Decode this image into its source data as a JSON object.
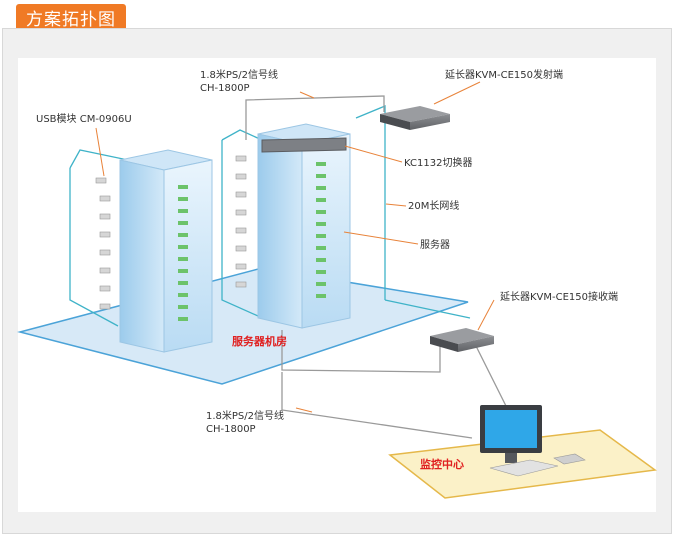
{
  "header": {
    "title": "方案拓扑图",
    "accent": "#f07a25"
  },
  "labels": {
    "signal_top_1": "1.8米PS/2信号线",
    "signal_top_2": "CH-1800P",
    "transmitter": "延长器KVM-CE150发射端",
    "usb_module": "USB模块 CM-0906U",
    "switch": "KC1132切换器",
    "cable": "20M长网线",
    "server": "服务器",
    "server_room": "服务器机房",
    "receiver": "延长器KVM-CE150接收端",
    "signal_bot_1": "1.8米PS/2信号线",
    "signal_bot_2": "CH-1800P",
    "monitor_center": "监控中心"
  },
  "colors": {
    "room_floor": "#d7e9f7",
    "room_edge": "#4ba3d8",
    "center_floor": "#fbf1c8",
    "center_edge": "#e5b84a",
    "callout": "#e8833a",
    "red_label": "#e02020"
  }
}
